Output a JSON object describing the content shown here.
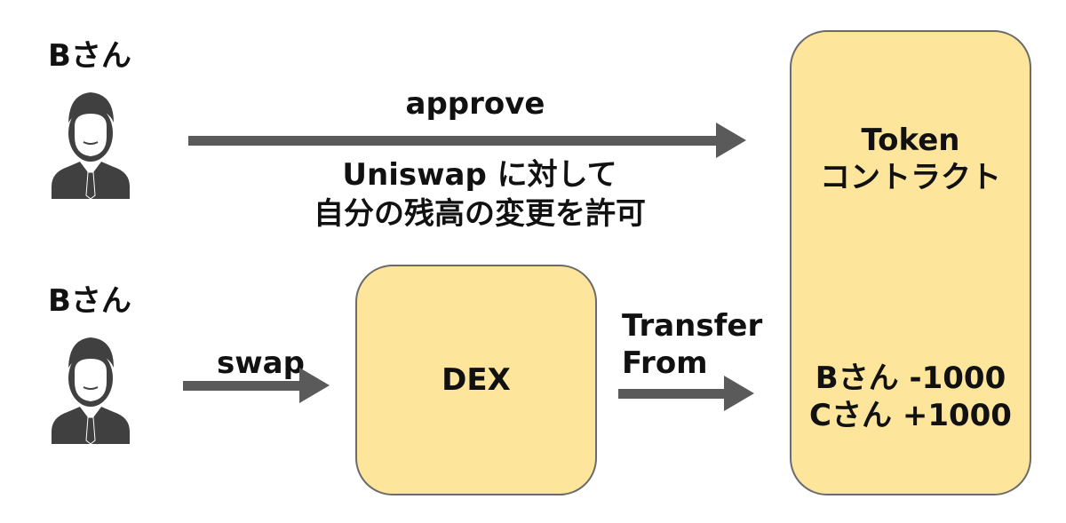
{
  "users": [
    {
      "label": "Bさん"
    },
    {
      "label": "Bさん"
    }
  ],
  "arrows": {
    "approve": {
      "label": "approve",
      "description_line1": "Uniswap に対して",
      "description_line2": "自分の残高の変更を許可"
    },
    "swap": {
      "label": "swap"
    },
    "transfer": {
      "label_line1": "Transfer",
      "label_line2": "From"
    }
  },
  "dex": {
    "label": "DEX"
  },
  "token": {
    "title_line1": "Token",
    "title_line2": "コントラクト",
    "balance_line1": "Bさん -1000",
    "balance_line2": "Cさん +1000"
  },
  "colors": {
    "box_fill": "#fde59c",
    "arrow": "#5a5a5a",
    "icon": "#404040"
  },
  "icons": [
    "person-icon",
    "person-icon"
  ]
}
